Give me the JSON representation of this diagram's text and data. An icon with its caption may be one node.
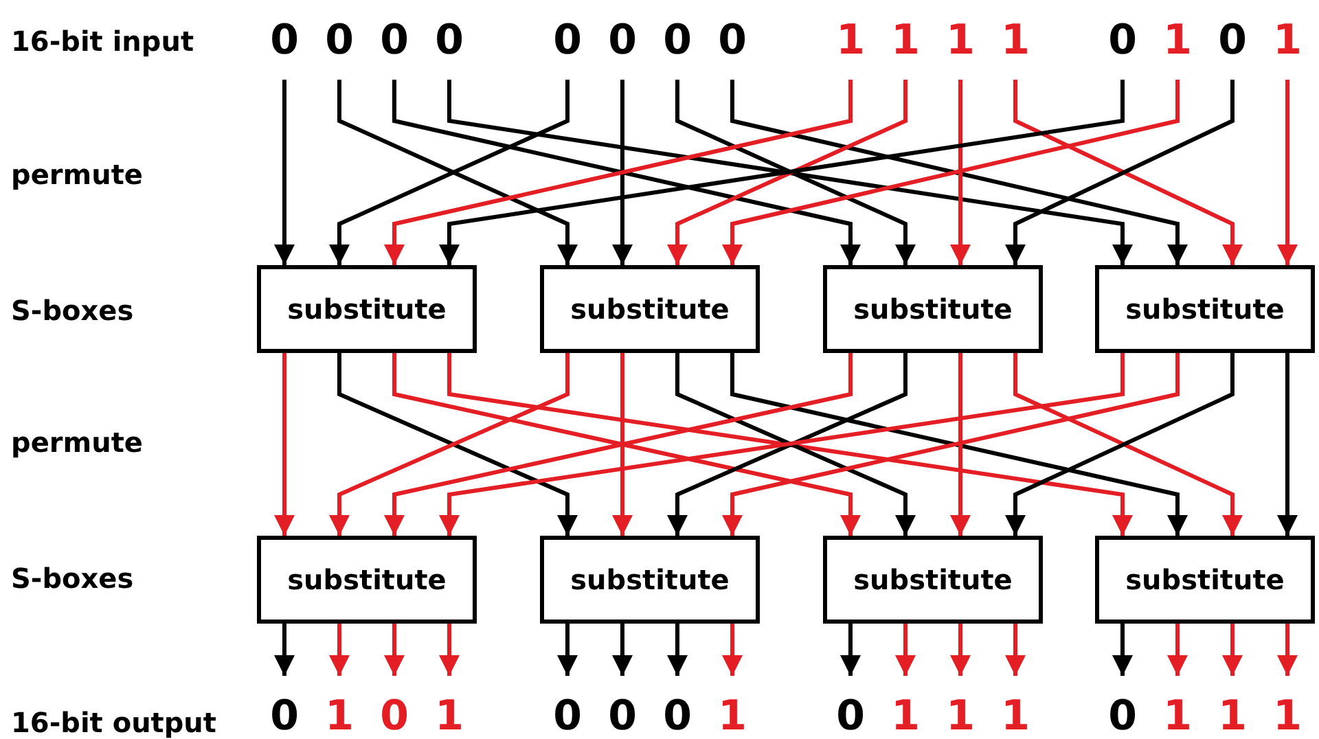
{
  "diagram": {
    "nodes": [
      {
        "text": [
          "0"
        ]
      },
      {
        "text": [
          "0"
        ]
      },
      {
        "text": [
          "0"
        ]
      },
      {
        "text": [
          "0"
        ]
      },
      {
        "text": [
          "0"
        ]
      },
      {
        "text": [
          "0"
        ]
      },
      {
        "text": [
          "0"
        ]
      },
      {
        "text": [
          "0"
        ]
      },
      {
        "text": [
          "1"
        ]
      },
      {
        "text": [
          "1"
        ]
      },
      {
        "text": [
          "1"
        ]
      },
      {
        "text": [
          "1"
        ]
      },
      {
        "text": [
          "0"
        ]
      },
      {
        "text": [
          "1"
        ]
      },
      {
        "text": [
          "0"
        ]
      },
      {
        "text": [
          "1"
        ]
      },
      {
        "text": [
          "substitute"
        ]
      },
      {
        "text": [
          "substitute"
        ]
      },
      {
        "text": [
          "substitute"
        ]
      },
      {
        "text": [
          "substitute"
        ]
      },
      {
        "text": [
          "substitute"
        ]
      },
      {
        "text": [
          "substitute"
        ]
      },
      {
        "text": [
          "substitute"
        ]
      },
      {
        "text": [
          "substitute"
        ]
      },
      {
        "text": [
          "0"
        ]
      },
      {
        "text": [
          "1"
        ]
      },
      {
        "text": [
          "0"
        ]
      },
      {
        "text": [
          "1"
        ]
      },
      {
        "text": [
          "0"
        ]
      },
      {
        "text": [
          "0"
        ]
      },
      {
        "text": [
          "0"
        ]
      },
      {
        "text": [
          "1"
        ]
      },
      {
        "text": [
          "0"
        ]
      },
      {
        "text": [
          "1"
        ]
      },
      {
        "text": [
          "1"
        ]
      },
      {
        "text": [
          "1"
        ]
      },
      {
        "text": [
          "0"
        ]
      },
      {
        "text": [
          "1"
        ]
      },
      {
        "text": [
          "1"
        ]
      },
      {
        "text": [
          "1"
        ]
      }
    ],
    "edges": [
      {
        "from": 0,
        "to": 16,
        "arrow": "to",
        "color": "#000000"
      },
      {
        "from": 1,
        "to": 17,
        "arrow": "to",
        "color": "#000000"
      },
      {
        "from": 2,
        "to": 18,
        "arrow": "to",
        "color": "#000000"
      },
      {
        "from": 3,
        "to": 19,
        "arrow": "to",
        "color": "#000000"
      },
      {
        "from": 4,
        "to": 16,
        "arrow": "to",
        "color": "#000000"
      },
      {
        "from": 5,
        "to": 17,
        "arrow": "to",
        "color": "#000000"
      },
      {
        "from": 6,
        "to": 18,
        "arrow": "to",
        "color": "#000000"
      },
      {
        "from": 7,
        "to": 19,
        "arrow": "to",
        "color": "#000000"
      },
      {
        "from": 8,
        "to": 16,
        "arrow": "to"
      },
      {
        "from": 9,
        "to": 17,
        "arrow": "to"
      },
      {
        "from": 10,
        "to": 18,
        "arrow": "to"
      },
      {
        "from": 11,
        "to": 19,
        "arrow": "to"
      },
      {
        "from": 12,
        "to": 16,
        "arrow": "to",
        "color": "#000000"
      },
      {
        "from": 13,
        "to": 17,
        "arrow": "to"
      },
      {
        "from": 14,
        "to": 18,
        "arrow": "to",
        "color": "#000000"
      },
      {
        "from": 15,
        "to": 19,
        "arrow": "to"
      },
      {
        "from": 16,
        "to": 20,
        "arrow": "to"
      },
      {
        "from": 16,
        "to": 21,
        "arrow": "to",
        "color": "#000000"
      },
      {
        "from": 16,
        "to": 22,
        "arrow": "to"
      },
      {
        "from": 16,
        "to": 23,
        "arrow": "to"
      },
      {
        "from": 17,
        "to": 20,
        "arrow": "to"
      },
      {
        "from": 17,
        "to": 21,
        "arrow": "to"
      },
      {
        "from": 17,
        "to": 22,
        "arrow": "to",
        "color": "#000000"
      },
      {
        "from": 17,
        "to": 23,
        "arrow": "to",
        "color": "#000000"
      },
      {
        "from": 18,
        "to": 20,
        "arrow": "to"
      },
      {
        "from": 18,
        "to": 21,
        "arrow": "to",
        "color": "#000000"
      },
      {
        "from": 18,
        "to": 22,
        "arrow": "to"
      },
      {
        "from": 18,
        "to": 23,
        "arrow": "to"
      },
      {
        "from": 19,
        "to": 20,
        "arrow": "to"
      },
      {
        "from": 19,
        "to": 21,
        "arrow": "to"
      },
      {
        "from": 19,
        "to": 22,
        "arrow": "to",
        "color": "#000000"
      },
      {
        "from": 19,
        "to": 23,
        "arrow": "to",
        "color": "#000000"
      },
      {
        "from": 20,
        "to": 24,
        "arrow": "to",
        "color": "#000000"
      },
      {
        "from": 20,
        "to": 25,
        "arrow": "to"
      },
      {
        "from": 20,
        "to": 26,
        "arrow": "to"
      },
      {
        "from": 20,
        "to": 27,
        "arrow": "to"
      },
      {
        "from": 21,
        "to": 28,
        "arrow": "to",
        "color": "#000000"
      },
      {
        "from": 21,
        "to": 29,
        "arrow": "to",
        "color": "#000000"
      },
      {
        "from": 21,
        "to": 30,
        "arrow": "to",
        "color": "#000000"
      },
      {
        "from": 21,
        "to": 31,
        "arrow": "to"
      },
      {
        "from": 22,
        "to": 32,
        "arrow": "to",
        "color": "#000000"
      },
      {
        "from": 22,
        "to": 33,
        "arrow": "to"
      },
      {
        "from": 22,
        "to": 34,
        "arrow": "to"
      },
      {
        "from": 22,
        "to": 35,
        "arrow": "to"
      },
      {
        "from": 23,
        "to": 36,
        "arrow": "to",
        "color": "#000000"
      },
      {
        "from": 23,
        "to": 37,
        "arrow": "to"
      },
      {
        "from": 23,
        "to": 38,
        "arrow": "to"
      },
      {
        "from": 23,
        "to": 39,
        "arrow": "to"
      }
    ],
    "labels": [
      "16-bit input",
      "permute",
      "S-boxes",
      "permute",
      "S-boxes",
      "16-bit output"
    ]
  }
}
